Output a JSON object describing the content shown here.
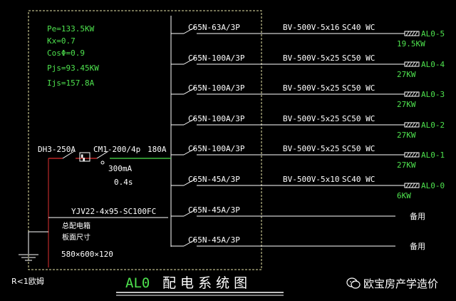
{
  "summary": {
    "lines": [
      "Pe=133.5KW",
      "Kx=0.7",
      "CosΦ=0.9",
      "Pjs=93.45KW",
      "Ijs=157.8A"
    ]
  },
  "main_switch": {
    "isolator": "DH3-250A",
    "breaker": "CM1-200/4p",
    "rating": "180A",
    "leakage_current": "300mA",
    "leakage_time": "0.4s"
  },
  "incoming_cable": "YJV22-4x95-SC100FC",
  "panel_note": {
    "line1": "总配电箱",
    "line2": "板面尺寸",
    "size": "580×600×120"
  },
  "grounding": "R<1欧姆",
  "circuits": [
    {
      "breaker": "C65N-63A/3P",
      "cable": "BV-500V-5x16",
      "conduit": "SC40 WC",
      "target": "AL0-5",
      "power": "19.5KW"
    },
    {
      "breaker": "C65N-100A/3P",
      "cable": "BV-500V-5x25",
      "conduit": "SC50 WC",
      "target": "AL0-4",
      "power": "27KW"
    },
    {
      "breaker": "C65N-100A/3P",
      "cable": "BV-500V-5x25",
      "conduit": "SC50 WC",
      "target": "AL0-3",
      "power": "27KW"
    },
    {
      "breaker": "C65N-100A/3P",
      "cable": "BV-500V-5x25",
      "conduit": "SC50 WC",
      "target": "AL0-2",
      "power": "27KW"
    },
    {
      "breaker": "C65N-100A/3P",
      "cable": "BV-500V-5x25",
      "conduit": "SC50 WC",
      "target": "AL0-1",
      "power": "27KW"
    },
    {
      "breaker": "C65N-45A/3P",
      "cable": "BV-500V-5x10",
      "conduit": "SC40 WC",
      "target": "AL0-0",
      "power": "6KW"
    },
    {
      "breaker": "C65N-45A/3P",
      "cable": "",
      "conduit": "",
      "target": "备用",
      "power": ""
    },
    {
      "breaker": "C65N-45A/3P",
      "cable": "",
      "conduit": "",
      "target": "备用",
      "power": ""
    }
  ],
  "title": {
    "code": "AL0",
    "name": "配 电 系 统 图"
  },
  "watermark": "欧宝房产学造价"
}
